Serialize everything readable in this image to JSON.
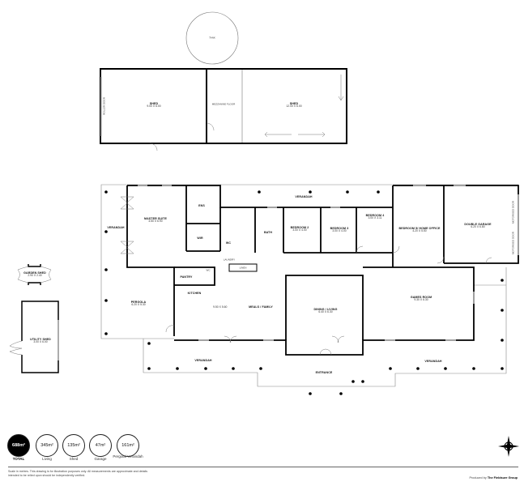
{
  "outbuildings": {
    "tank": "TANK",
    "shed_1": {
      "name": "SHED",
      "dims": "9.00 X 6.00"
    },
    "roller_door": "ROLLER DOOR",
    "mezzanine": "MEZZANINE FLOOR",
    "shed_2": {
      "name": "SHED",
      "dims": "12.00 X 6.00"
    },
    "garden_shed": {
      "name": "GARDEN SHED",
      "dims": "2.90 X 2.40"
    },
    "utility_shed": {
      "name": "UTILITY SHED",
      "dims": "3.00 X 6.00"
    }
  },
  "rooms": {
    "verandah_top": "VERANDAH",
    "verandah_left": "VERANDAH",
    "master_suite": {
      "name": "MASTER SUITE",
      "dims": "4.50 X 6.90"
    },
    "ens": "ENS",
    "wir": "WIR",
    "bath": "BATH",
    "wc_hall": "WC",
    "bedroom_2": {
      "name": "BEDROOM 2",
      "dims": "3.00 X 4.00"
    },
    "bedroom_3": {
      "name": "BEDROOM 3",
      "dims": "3.00 X 4.00"
    },
    "bedroom_4": {
      "name": "BEDROOM 4",
      "dims": "3.00 X 3.11"
    },
    "bedroom_5": {
      "name": "BEDROOM 5/ HOME OFFICE",
      "dims": "4.20 X 5.50"
    },
    "double_garage": {
      "name": "DOUBLE GARAGE",
      "dims": "6.20 X 6.80"
    },
    "motorised_door_1": "MOTORISED DOOR",
    "motorised_door_2": "MOTORISED DOOR",
    "laundry": "LAUNDRY",
    "linen": "LINEN",
    "pantry": "PANTRY",
    "wc": "WC",
    "kitchen": "KITCHEN",
    "meals_family": {
      "name": "MEALS / FAMILY",
      "dims": "9.50 X 5.60"
    },
    "pergola": {
      "name": "PERGOLA",
      "dims": "6.20 X 5.30"
    },
    "dining_living": {
      "name": "DINING / LIVING",
      "dims": "6.40 X 6.30"
    },
    "games_room": {
      "name": "GAMES ROOM",
      "dims": "9.30 X 6.30"
    },
    "verandah_front_left": "VERANDAH",
    "verandah_front_right": "VERANDAH",
    "entrance": "ENTRANCE"
  },
  "areas": [
    {
      "value": "688m²",
      "label": "TOTAL"
    },
    {
      "value": "345m²",
      "label": "Living"
    },
    {
      "value": "135m²",
      "label": "Shed"
    },
    {
      "value": "47m²",
      "label": "Garage"
    },
    {
      "value": "161m²",
      "label": "Pergola/ Verandah"
    }
  ],
  "footer": {
    "disclaimer": "Scale in metres. This drawing is for illustration purposes only. All measurements are approximate and details intended to be relied upon should be independently verified.",
    "produced_by": "Produced by",
    "company": "The Fieldsure Group"
  },
  "icons": {
    "compass": "compass-rose-icon"
  },
  "colors": {
    "wall": "#000000",
    "line": "#888888",
    "total_badge": "#000000"
  }
}
